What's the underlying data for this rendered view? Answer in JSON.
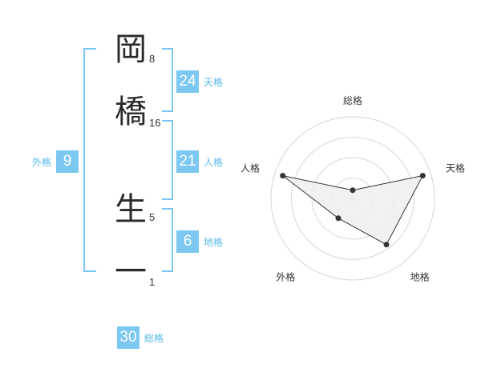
{
  "name": {
    "characters": [
      {
        "char": "岡",
        "strokes": "8"
      },
      {
        "char": "橋",
        "strokes": "16"
      },
      {
        "char": "生",
        "strokes": "5"
      },
      {
        "char": "一",
        "strokes": "1"
      }
    ]
  },
  "fortunes": {
    "tenkaku": {
      "value": "24",
      "label": "天格"
    },
    "jinkaku": {
      "value": "21",
      "label": "人格"
    },
    "chikaku": {
      "value": "6",
      "label": "地格"
    },
    "gaikaku": {
      "value": "9",
      "label": "外格"
    },
    "soukaku": {
      "value": "30",
      "label": "総格"
    }
  },
  "theme": {
    "accent": "#7cc8f2",
    "label_color": "#5ab8ec",
    "polygon_fill": "#eeeeee",
    "polygon_stroke": "#333333",
    "grid_color": "#d6d6d6"
  },
  "chart_data": {
    "type": "radar",
    "axes": [
      "総格",
      "天格",
      "地格",
      "外格",
      "人格"
    ],
    "values": [
      0.1,
      0.9,
      0.7,
      0.3,
      0.9
    ],
    "range": [
      0,
      1
    ],
    "rings": 4
  }
}
